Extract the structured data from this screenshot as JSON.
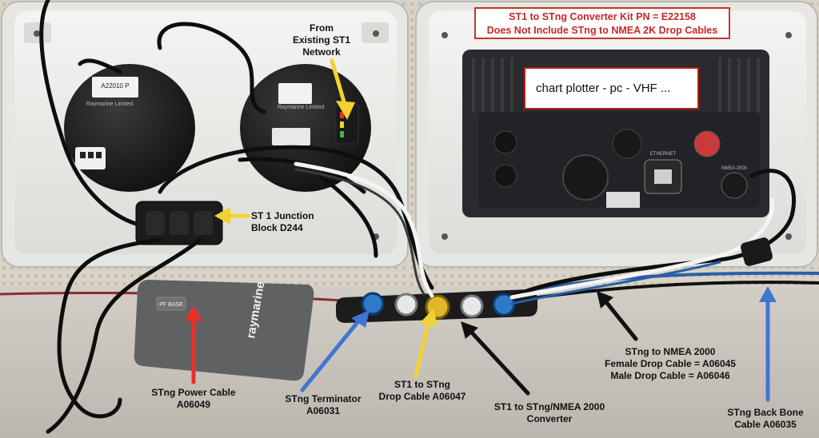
{
  "boxes": {
    "converter_kit": {
      "line1": "ST1 to STng Converter Kit PN = E22158",
      "line2": "Does Not Include STng to NMEA 2K Drop Cables"
    },
    "plotter_note": "chart plotter - pc - VHF ..."
  },
  "labels": {
    "from_st1": [
      "From",
      "Existing ST1",
      "Network"
    ],
    "junction_block": [
      "ST 1 Junction",
      "Block D244"
    ],
    "power_cable": [
      "STng Power Cable",
      "A06049"
    ],
    "terminator": [
      "STng Terminator",
      "A06031"
    ],
    "drop_cable": [
      "ST1 to STng",
      "Drop Cable A06047"
    ],
    "converter": [
      "ST1 to STng/NMEA 2000",
      "Converter"
    ],
    "nmea_drop": [
      "STng to NMEA 2000",
      "Female Drop Cable = A06045",
      "Male Drop Cable = A06046"
    ],
    "backbone": [
      "STng Back Bone",
      "Cable A06035"
    ]
  },
  "device_text": {
    "power_box_brand": "raymarine",
    "power_box_tag": "PF BASE",
    "left_instrument_label": "A22010 P",
    "left_instrument_maker": "Raymarine Limited",
    "right_instrument_maker": "Raymarine Limited",
    "ethernet_label": "ETHERNET",
    "nmea_label": "NMEA 2000"
  },
  "arrow_colors": {
    "yellow": "#f2d22e",
    "red": "#e8312a",
    "blue": "#3f76d2",
    "black": "#111111"
  },
  "connector_colors": {
    "blue": "#2f79c9",
    "white": "#e8e8e8",
    "yellow": "#e2b52a"
  }
}
